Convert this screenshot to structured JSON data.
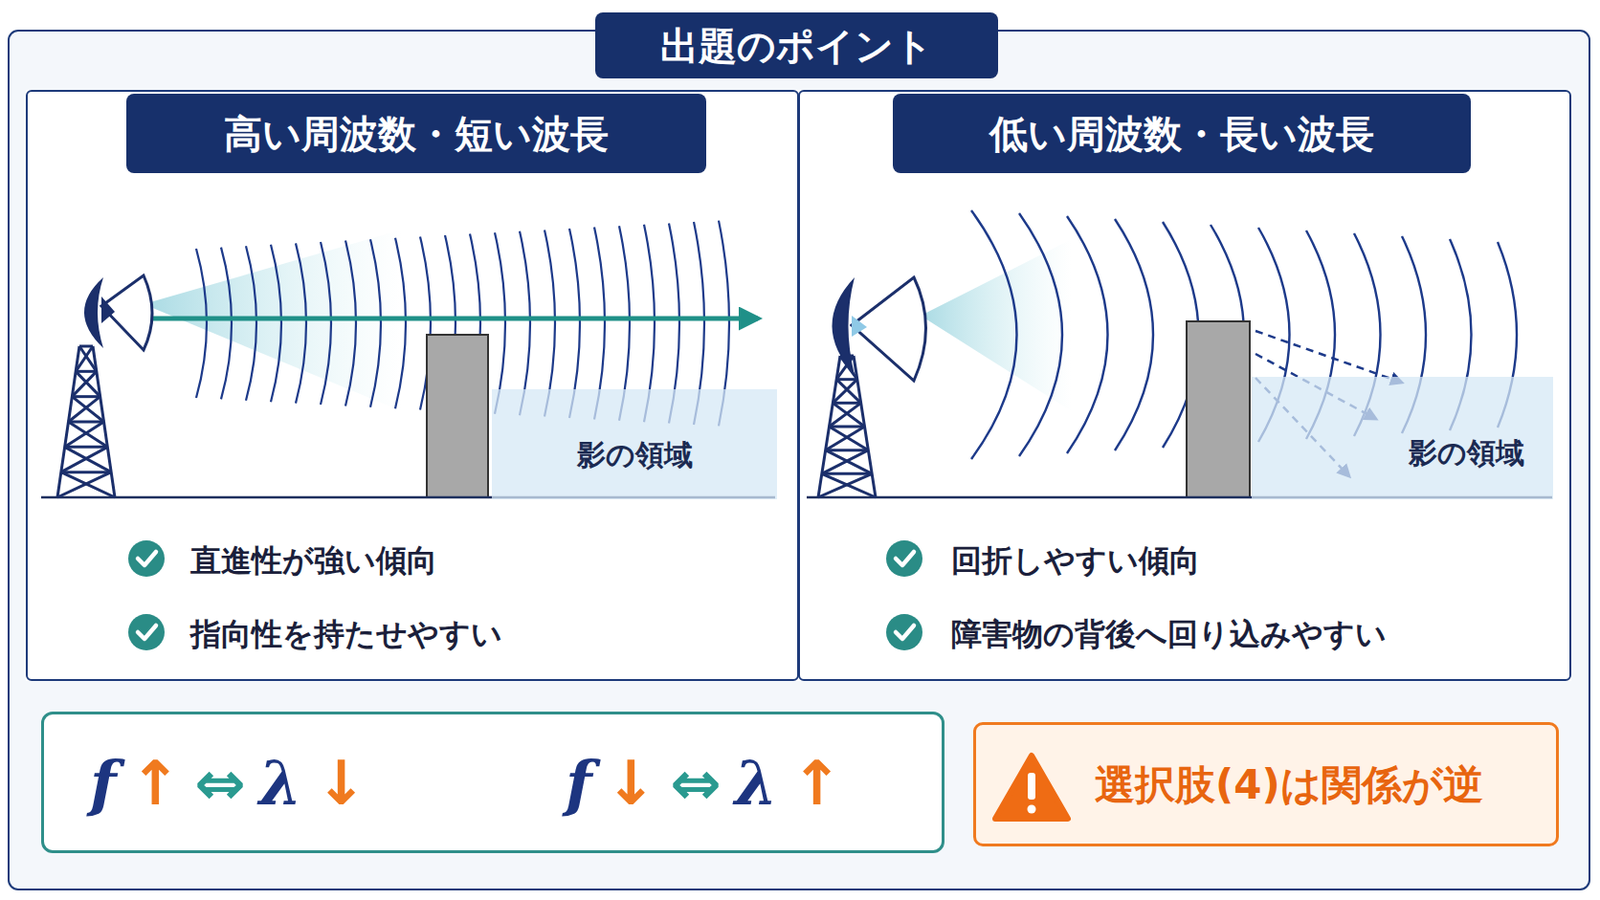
{
  "diagram": {
    "title": "出題のポイント",
    "nodes": [
      {
        "text": [
          "高い周波数・短い波長",
          "直進性が強い傾向",
          "指向性を持たせやすい"
        ]
      },
      {
        "text": [
          "影の領域"
        ],
        "in": 0
      },
      {
        "text": [
          "低い周波数・長い波長",
          "回折しやすい傾向",
          "障害物の背後へ回り込みやすい"
        ]
      },
      {
        "text": [
          "影の領域"
        ],
        "in": 2
      },
      {
        "text": [
          "f↑⇔λ↓",
          "f↓⇔λ↑"
        ]
      },
      {
        "text": [
          "選択肢(4)は関係が逆"
        ]
      }
    ]
  }
}
